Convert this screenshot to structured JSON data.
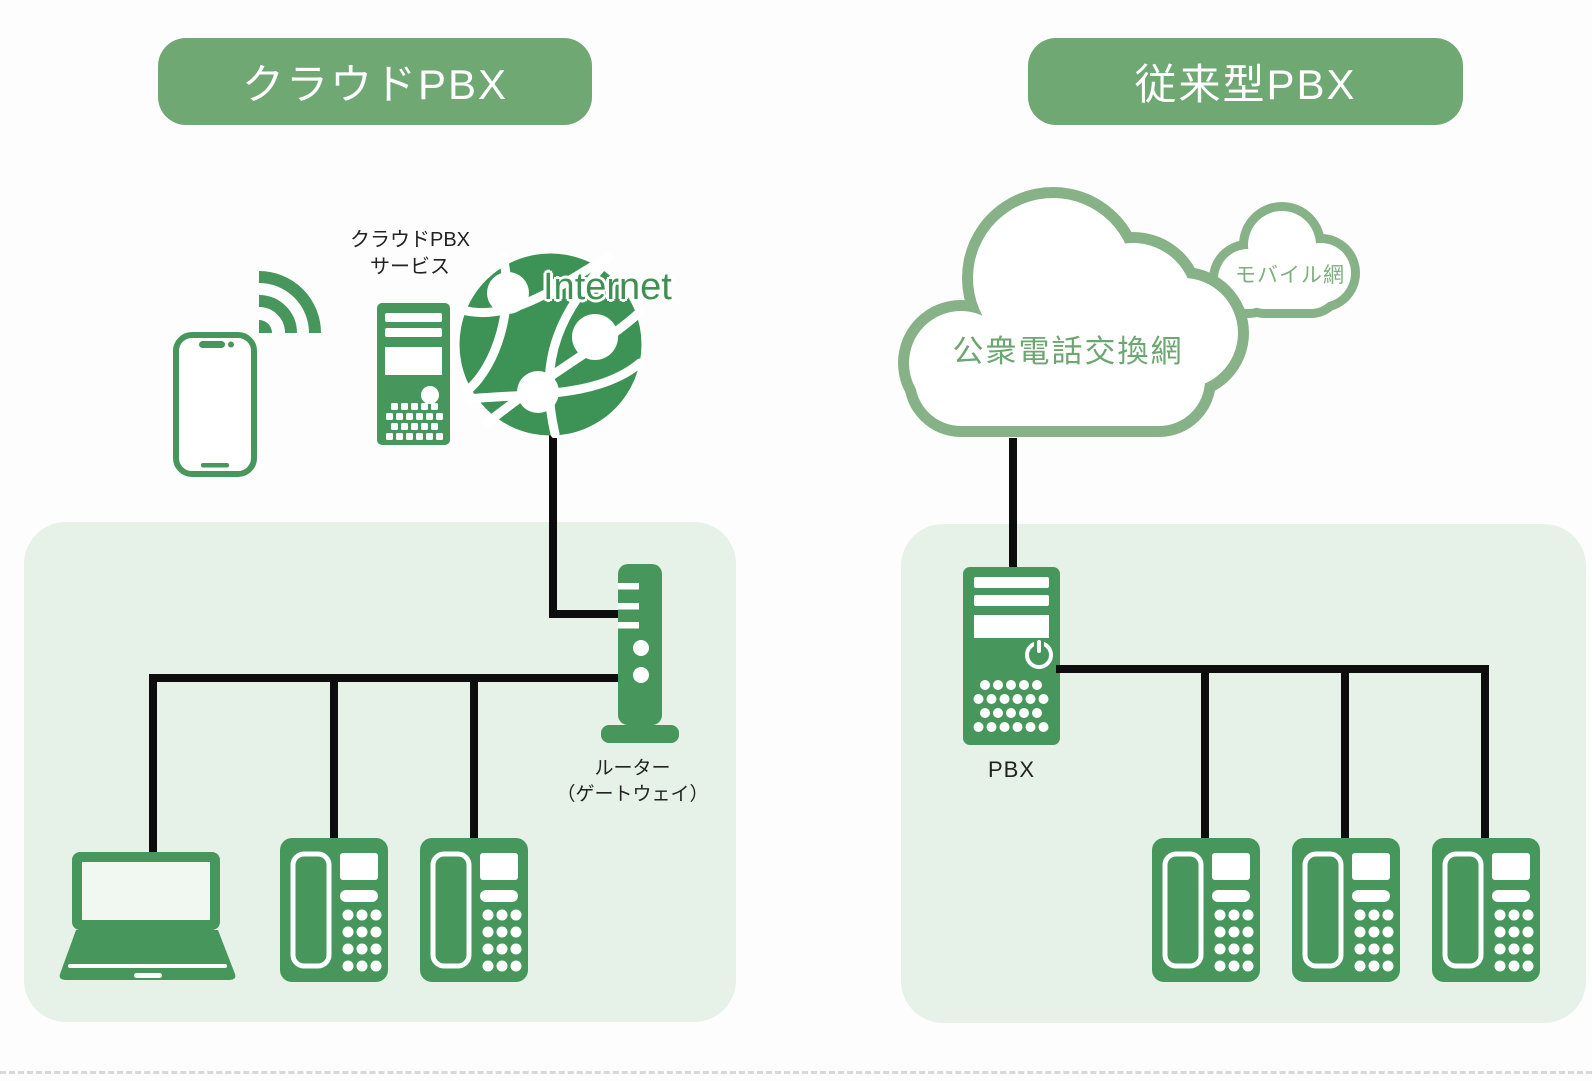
{
  "colors": {
    "icon_green": "#47965C",
    "globe_green": "#3D9355",
    "pill_green": "#6FA873",
    "box_green": "#E6F2E8",
    "cloud_stroke": "#87B287",
    "cloud_text": "#6CA671",
    "mobile_text": "#7FAF80",
    "internet_text": "#3E9053",
    "wire_black": "#0D0D0D",
    "label_dark": "#222222",
    "divider_gray": "#D8D8D8"
  },
  "left_panel": {
    "header": "クラウドPBX",
    "service_label": {
      "line1": "クラウドPBX",
      "line2": "サービス"
    },
    "internet_label": "Internet",
    "router_label": {
      "line1": "ルーター",
      "line2": "（ゲートウェイ）"
    }
  },
  "right_panel": {
    "header": "従来型PBX",
    "pstn_cloud_label": "公衆電話交換網",
    "mobile_cloud_label": "モバイル網",
    "pbx_label": "PBX"
  }
}
